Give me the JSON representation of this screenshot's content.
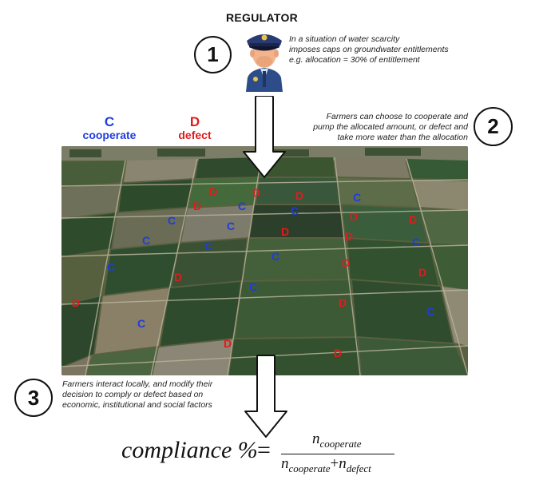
{
  "regulator": {
    "title": "REGULATOR",
    "step_number": "1",
    "description_lines": [
      "In a situation of water scarcity",
      "imposes caps on groundwater entitlements",
      "e.g. allocation = 30% of entitlement"
    ]
  },
  "legend": {
    "cooperate_letter": "C",
    "cooperate_word": "cooperate",
    "defect_letter": "D",
    "defect_word": "defect",
    "cooperate_color": "#1f3ce0",
    "defect_color": "#e41a1c"
  },
  "step2": {
    "number": "2",
    "lines": [
      "Farmers can choose to cooperate and",
      "pump the allocated amount, or defect and",
      "take more water than the allocation"
    ]
  },
  "step3": {
    "number": "3",
    "lines": [
      "Farmers interact locally, and modify their",
      "decision to comply or defect based on",
      "economic, institutional and social factors"
    ]
  },
  "farm_markers": [
    {
      "label": "D",
      "type": "defect"
    },
    {
      "label": "D",
      "type": "defect"
    },
    {
      "label": "C",
      "type": "cooperate"
    },
    {
      "label": "D",
      "type": "defect"
    },
    {
      "label": "D",
      "type": "defect"
    },
    {
      "label": "C",
      "type": "cooperate"
    },
    {
      "label": "C",
      "type": "cooperate"
    },
    {
      "label": "D",
      "type": "defect"
    },
    {
      "label": "C",
      "type": "cooperate"
    },
    {
      "label": "C",
      "type": "cooperate"
    },
    {
      "label": "D",
      "type": "defect"
    },
    {
      "label": "C",
      "type": "cooperate"
    },
    {
      "label": "C",
      "type": "cooperate"
    },
    {
      "label": "D",
      "type": "defect"
    },
    {
      "label": "D",
      "type": "defect"
    },
    {
      "label": "C",
      "type": "cooperate"
    },
    {
      "label": "C",
      "type": "cooperate"
    },
    {
      "label": "C",
      "type": "cooperate"
    },
    {
      "label": "D",
      "type": "defect"
    },
    {
      "label": "D",
      "type": "defect"
    },
    {
      "label": "D",
      "type": "defect"
    },
    {
      "label": "C",
      "type": "cooperate"
    },
    {
      "label": "D",
      "type": "defect"
    },
    {
      "label": "D",
      "type": "defect"
    },
    {
      "label": "C",
      "type": "cooperate"
    },
    {
      "label": "C",
      "type": "cooperate"
    },
    {
      "label": "D",
      "type": "defect"
    },
    {
      "label": "D",
      "type": "defect"
    }
  ],
  "formula": {
    "lhs": "compliance %",
    "equals": "=",
    "numerator_base": "n",
    "numerator_sub": "cooperate",
    "denominator_base1": "n",
    "denominator_sub1": "cooperate",
    "plus": "+",
    "denominator_base2": "n",
    "denominator_sub2": "defect"
  }
}
